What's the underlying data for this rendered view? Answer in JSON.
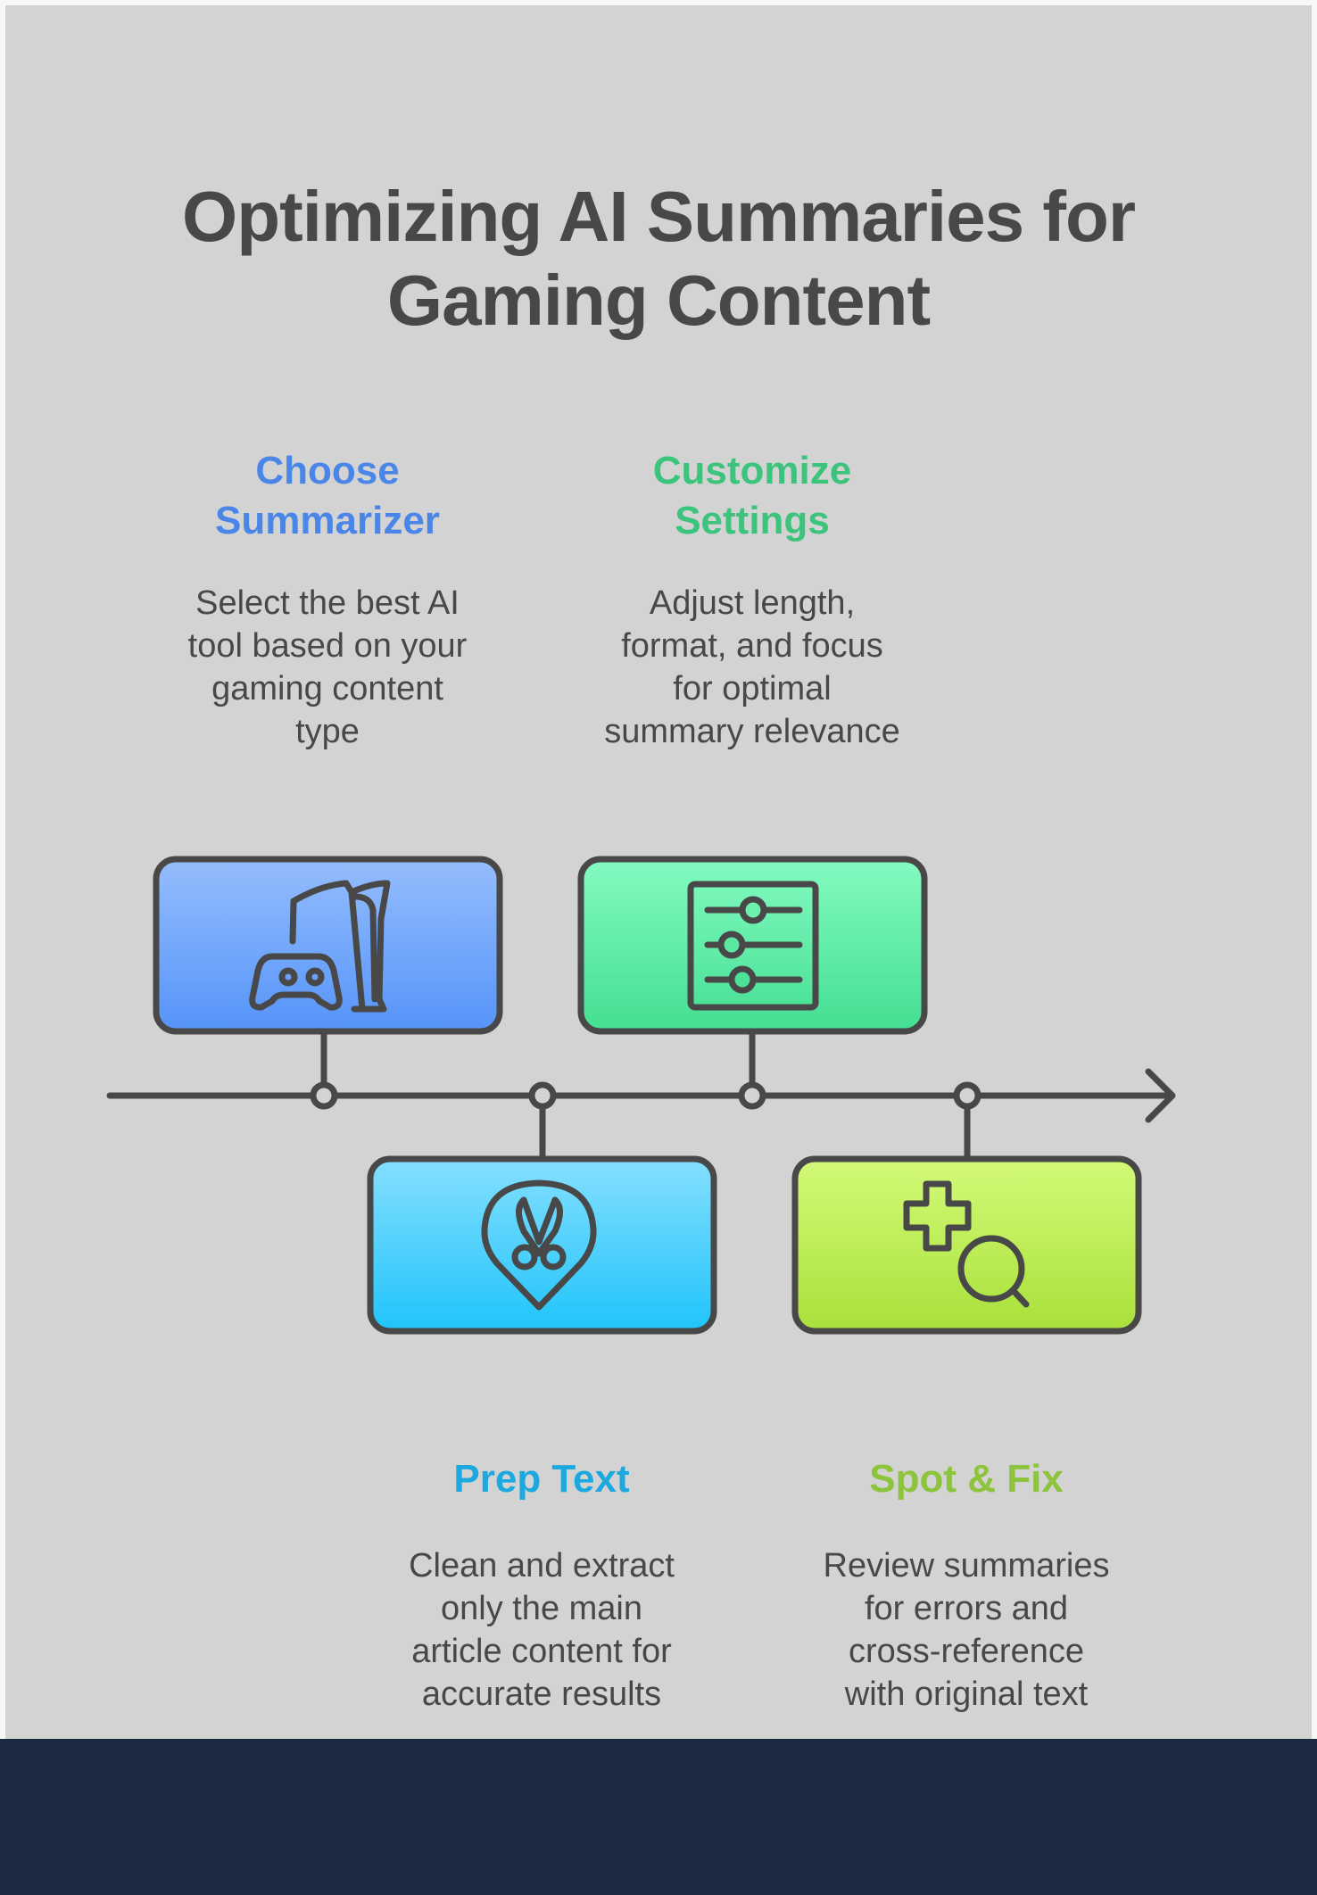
{
  "title": {
    "lines": [
      "Optimizing AI Summaries for",
      "Gaming Content"
    ]
  },
  "colors": {
    "text_dark": "#484848",
    "outline": "#484848",
    "background": "#d3d3d3",
    "footer": "#1b2a40"
  },
  "steps": [
    {
      "id": "choose-summarizer",
      "order": 1,
      "position": "above",
      "heading_lines": [
        "Choose",
        "Summarizer"
      ],
      "description_lines": [
        "Select the best AI",
        "tool based on your",
        "gaming content",
        "type"
      ],
      "icon": "console-controller-icon",
      "accent": "#4a86e8",
      "gradient": [
        "#95bdfc",
        "#5594fa"
      ]
    },
    {
      "id": "prep-text",
      "order": 2,
      "position": "below",
      "heading_lines": [
        "Prep Text"
      ],
      "description_lines": [
        "Clean and extract",
        "only the main",
        "article content for",
        "accurate results"
      ],
      "icon": "scissors-pin-icon",
      "accent": "#1ba9df",
      "gradient": [
        "#85dffe",
        "#20c4fb"
      ]
    },
    {
      "id": "customize-settings",
      "order": 3,
      "position": "above",
      "heading_lines": [
        "Customize",
        "Settings"
      ],
      "description_lines": [
        "Adjust length,",
        "format, and focus",
        "for optimal",
        "summary relevance"
      ],
      "icon": "sliders-icon",
      "accent": "#3cc47c",
      "gradient": [
        "#83fbc0",
        "#44de92"
      ]
    },
    {
      "id": "spot-and-fix",
      "order": 4,
      "position": "below",
      "heading_lines": [
        "Spot & Fix"
      ],
      "description_lines": [
        "Review summaries",
        "for errors and",
        "cross-reference",
        "with original text"
      ],
      "icon": "dpad-magnifier-icon",
      "accent": "#8cc43c",
      "gradient": [
        "#d3fa78",
        "#a9e03a"
      ]
    }
  ]
}
